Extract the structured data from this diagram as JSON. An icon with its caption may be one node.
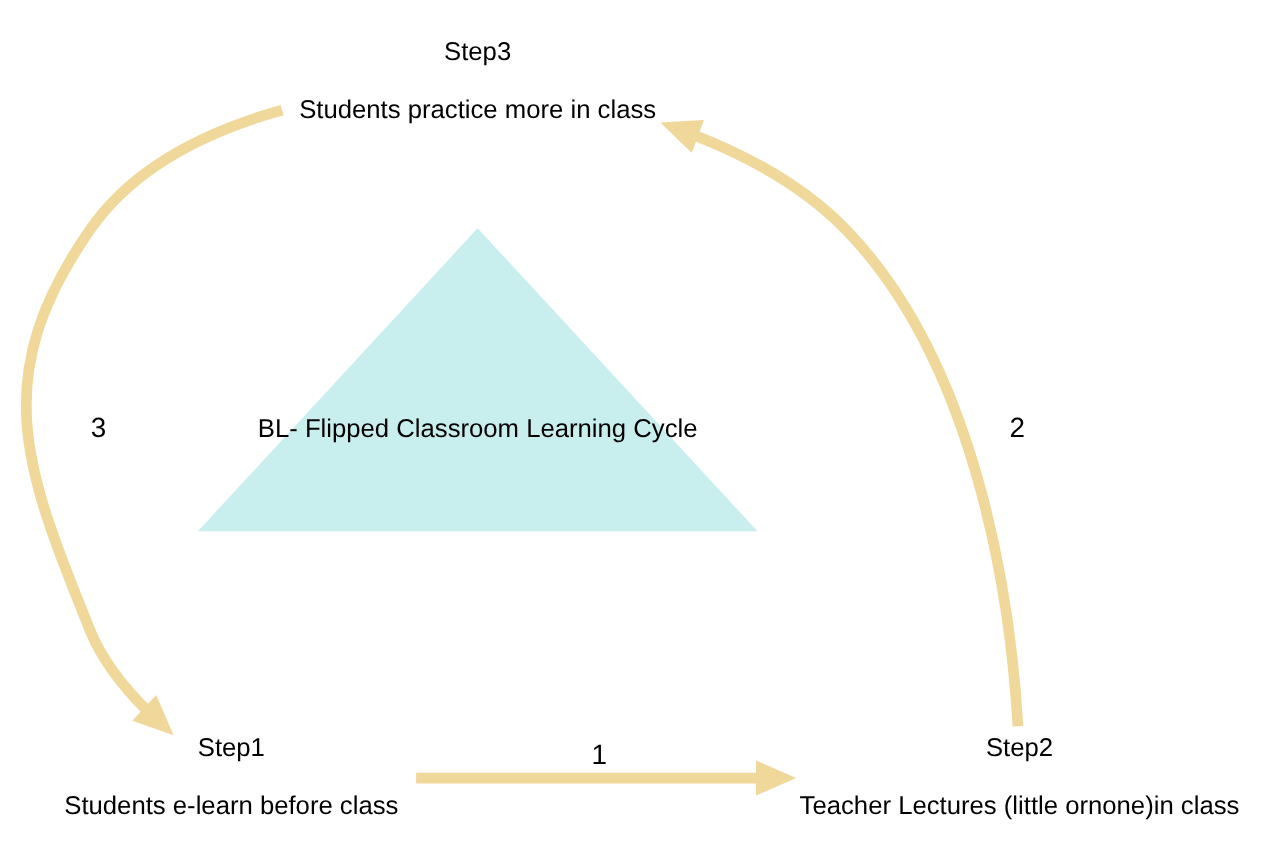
{
  "diagram": {
    "nodes": [
      {
        "text": [
          "Step3",
          "Students practice more in class"
        ]
      },
      {
        "text": [
          "BL- Flipped Classroom Learning Cycle"
        ]
      },
      {
        "text": [
          "Step1",
          "Students e-learn before class"
        ]
      },
      {
        "text": [
          "Step2",
          "Teacher Lectures (little ornone)in class"
        ]
      }
    ],
    "edges": [
      {
        "from": 2,
        "to": 3,
        "arrow": "to",
        "label": "1"
      },
      {
        "from": 3,
        "to": 0,
        "arrow": "to",
        "label": "2"
      },
      {
        "from": 0,
        "to": 2,
        "arrow": "to",
        "label": "3"
      }
    ]
  }
}
